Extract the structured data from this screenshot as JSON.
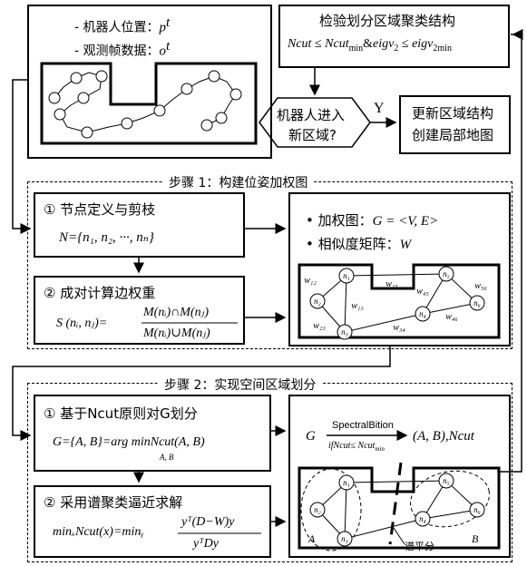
{
  "robot_box": {
    "line1": "- 机器人位置：",
    "line1_sym": "p",
    "line1_sup": "t",
    "line2": "- 观测帧数据：",
    "line2_sym": "o",
    "line2_sup": "t"
  },
  "check_box": {
    "title": "检验划分区域聚类结构",
    "formula_parts": [
      "Ncut",
      " ≤ ",
      "Ncut",
      "min",
      "&",
      "eigv",
      "2",
      " ≤ ",
      "eigv",
      "2min"
    ]
  },
  "decision": {
    "label_line1": "机器人进入",
    "label_line2": "新区域?",
    "yes": "Y"
  },
  "update_box": {
    "line1": "更新区域结构",
    "line2": "创建局部地图"
  },
  "step1": {
    "title": "步骤 1：构建位姿加权图",
    "node_def_title": "① 节点定义与剪枝",
    "node_set": "N={n₁, n₂, ···, nₙ}",
    "edge_title": "② 成对计算边权重",
    "edge_formula_lhs": "S (nᵢ, nⱼ)=",
    "edge_formula_num": "M(nᵢ)∩M(nⱼ)",
    "edge_formula_den": "M(nᵢ)∪M(nⱼ)",
    "graph_bullet1": "• 加权图：",
    "graph_bullet1_math": "G = <V, E>",
    "graph_bullet2": "• 相似度矩阵：",
    "graph_bullet2_math": "W"
  },
  "step2": {
    "title": "步骤 2：实现空间区域划分",
    "ncut_title": "① 基于Ncut原则对G划分",
    "ncut_formula": "G={A, B}=arg minNcut(A, B)",
    "ncut_sub": "A, B",
    "spectral_title": "② 采用谱聚类逼近求解",
    "spectral_lhs": "minₓNcut(x)=minᵧ",
    "spectral_num": "yᵀ(D−W)y",
    "spectral_den": "yᵀDy",
    "spectral_top": "SpectralBition",
    "spectral_cond": "ifNcut≤ Ncut",
    "spectral_cond_sub": "min",
    "spectral_G": "G",
    "spectral_result": "(A, B),Ncut",
    "cut_label": "谱平分",
    "region_a": "A",
    "region_b": "B"
  },
  "graph": {
    "nodes": [
      "n₁",
      "n₂",
      "n₃",
      "n₄",
      "n₅",
      "n₆"
    ],
    "edges": [
      "w₁₂",
      "w₁₃",
      "w₂₃",
      "w₁₅",
      "w₃₄",
      "w₄₅",
      "w₄₆",
      "w₅₆"
    ]
  }
}
